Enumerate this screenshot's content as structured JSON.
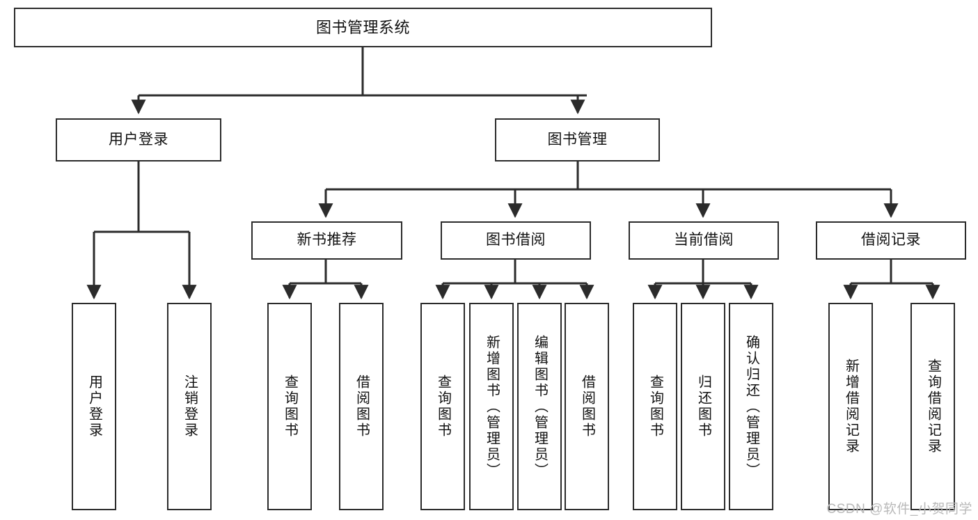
{
  "diagram": {
    "type": "tree-hierarchy-chart",
    "title": "图书管理系统",
    "watermark": "CSDN @软件_小贺同学",
    "colors": {
      "box_border": "#2b2b2b",
      "box_fill": "#ffffff",
      "edge": "#2b2b2b",
      "text": "#111111",
      "watermark": "#b9b9b9",
      "background": "#ffffff"
    },
    "nodes": {
      "root": {
        "label": "图书管理系统"
      },
      "level2": [
        {
          "label": "用户登录"
        },
        {
          "label": "图书管理"
        }
      ],
      "level3": [
        {
          "label": "新书推荐"
        },
        {
          "label": "图书借阅"
        },
        {
          "label": "当前借阅"
        },
        {
          "label": "借阅记录"
        }
      ],
      "leaves": {
        "user_login": [
          {
            "label": "用户登录"
          },
          {
            "label": "注销登录"
          }
        ],
        "new_book_recommend": [
          {
            "label": "查询图书"
          },
          {
            "label": "借阅图书"
          }
        ],
        "book_borrow": [
          {
            "label": "查询图书"
          },
          {
            "label": "新增图书（管理员）"
          },
          {
            "label": "编辑图书（管理员）"
          },
          {
            "label": "借阅图书"
          }
        ],
        "current_borrow": [
          {
            "label": "查询图书"
          },
          {
            "label": "归还图书"
          },
          {
            "label": "确认归还（管理员）"
          }
        ],
        "borrow_record": [
          {
            "label": "新增借阅记录"
          },
          {
            "label": "查询借阅记录"
          }
        ]
      }
    }
  }
}
